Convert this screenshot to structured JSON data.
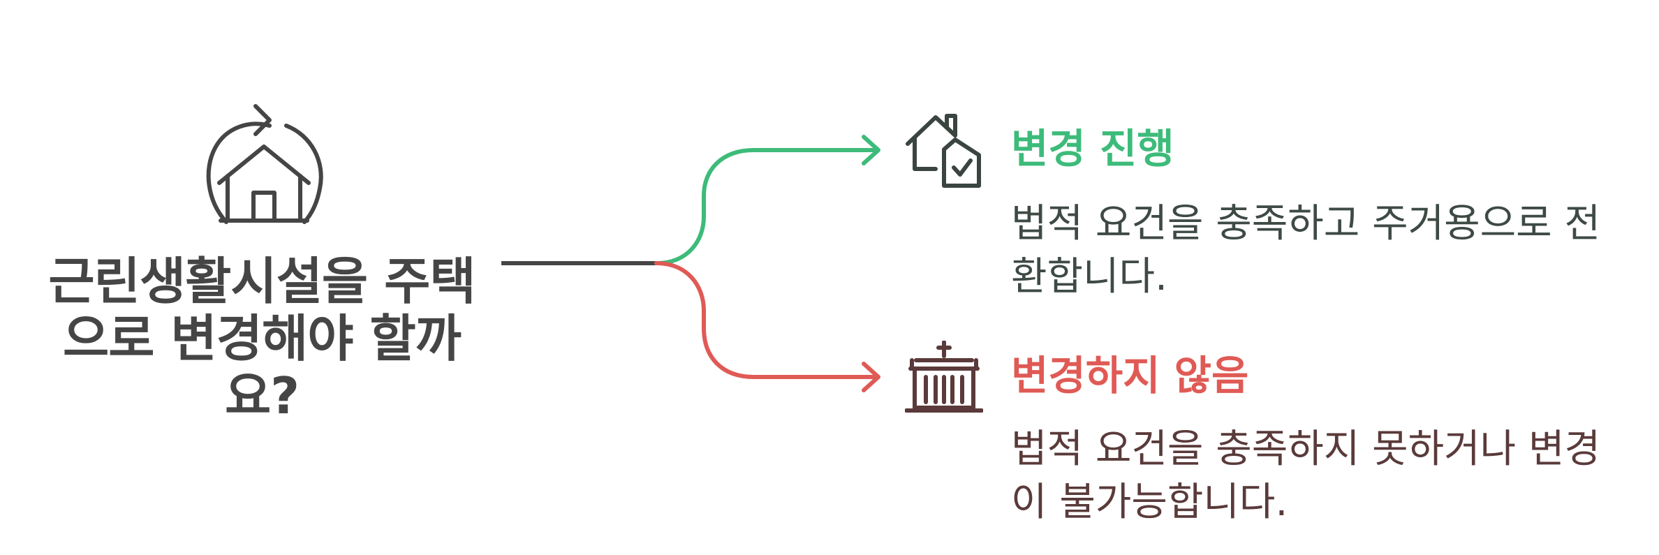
{
  "question": "근린생활시설을 주택으로 변경해야 할까요?",
  "branches": {
    "proceed": {
      "title": "변경 진행",
      "description": "법적 요건을 충족하고 주거용으로 전환합니다.",
      "color": "#3dbb7a",
      "icon": "house-check-icon"
    },
    "no_change": {
      "title": "변경하지 않음",
      "description": "법적 요건을 충족하지 못하거나 변경이 불가능합니다.",
      "color": "#e05a55",
      "icon": "government-building-icon"
    }
  },
  "root_icon": "house-cycle-icon",
  "colors": {
    "stem": "#454545",
    "question_text": "#454545"
  }
}
